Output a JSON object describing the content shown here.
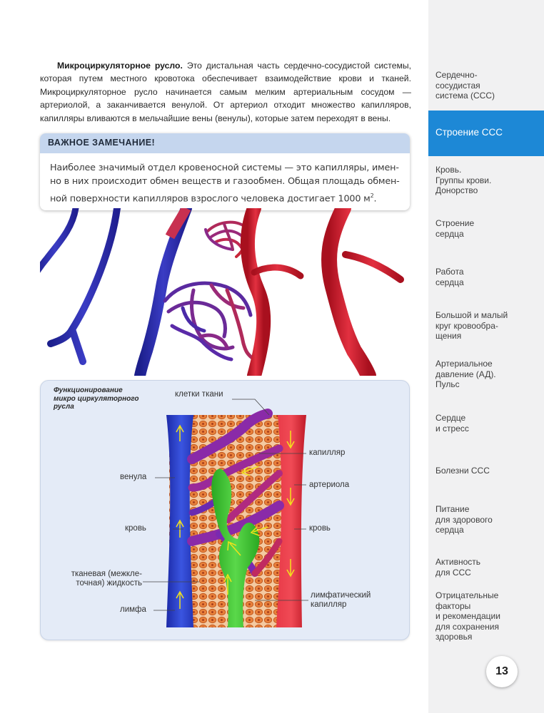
{
  "intro": {
    "lead": "Микроциркуляторное русло.",
    "text": "Это дистальная часть сердечно-сосудистой системы, которая путем местного кровотока обеспечивает взаимодействие крови и тканей. Микроциркуляторное русло начинается самым мелким артериальным сосудом — артериолой, а заканчивается венулой. От артериол отходит множество капилляров, капилляры вливаются в мельчайшие вены (венулы), которые затем переходят в вены."
  },
  "note": {
    "title": "ВАЖНОЕ ЗАМЕЧАНИЕ!",
    "line1": "Наиболее значимый отдел кровеносной системы — это капилляры, имен-",
    "line2": "но в них происходит обмен веществ и газообмен. Общая площадь обмен-",
    "line3_text": "ной поверхности капилляров взрослого человека достигает 1000 м",
    "line3_sup": "2",
    "line3_end": "."
  },
  "diagram": {
    "title_line1": "Функционирование",
    "title_line2": "микро циркуляторного",
    "title_line3": "русла",
    "labels": {
      "tissue_cells": "клетки ткани",
      "capillary": "капилляр",
      "venule": "венула",
      "arteriole": "артериола",
      "blood_left": "кровь",
      "blood_right": "кровь",
      "fluid_line1": "тканевая (межкле-",
      "fluid_line2": "точная) жидкость",
      "lymph": "лимфа",
      "lymph_cap_line1": "лимфатический",
      "lymph_cap_line2": "капилляр"
    },
    "colors": {
      "vein": "#2a3fbf",
      "artery": "#e02430",
      "capillary": "#8a2aa8",
      "lymph": "#3ab82e",
      "cells": "#e8803a",
      "flow_arrows": "#f2e21a"
    }
  },
  "sidebar": {
    "active": "Строение ССС",
    "items": [
      {
        "line1": "Сердечно-",
        "line2": "сосудистая",
        "line3": "система (ССС)",
        "line4": ""
      },
      {
        "line1": "Кровь.",
        "line2": "Группы крови.",
        "line3": "Донорство",
        "line4": ""
      },
      {
        "line1": "Строение",
        "line2": "сердца",
        "line3": "",
        "line4": ""
      },
      {
        "line1": "Работа",
        "line2": "сердца",
        "line3": "",
        "line4": ""
      },
      {
        "line1": "Большой и малый",
        "line2": "круг кровообра-",
        "line3": "щения",
        "line4": ""
      },
      {
        "line1": "Артериальное",
        "line2": "давление (АД).",
        "line3": "Пульс",
        "line4": ""
      },
      {
        "line1": "Сердце",
        "line2": "и стресс",
        "line3": "",
        "line4": ""
      },
      {
        "line1": "Болезни ССС",
        "line2": "",
        "line3": "",
        "line4": ""
      },
      {
        "line1": "Питание",
        "line2": "для здорового",
        "line3": "сердца",
        "line4": ""
      },
      {
        "line1": "Активность",
        "line2": "для ССС",
        "line3": "",
        "line4": ""
      },
      {
        "line1": "Отрицательные",
        "line2": "факторы",
        "line3": "и рекомендации",
        "line4": "для сохранения",
        "line5": "здоровья"
      }
    ]
  },
  "page_number": "13"
}
